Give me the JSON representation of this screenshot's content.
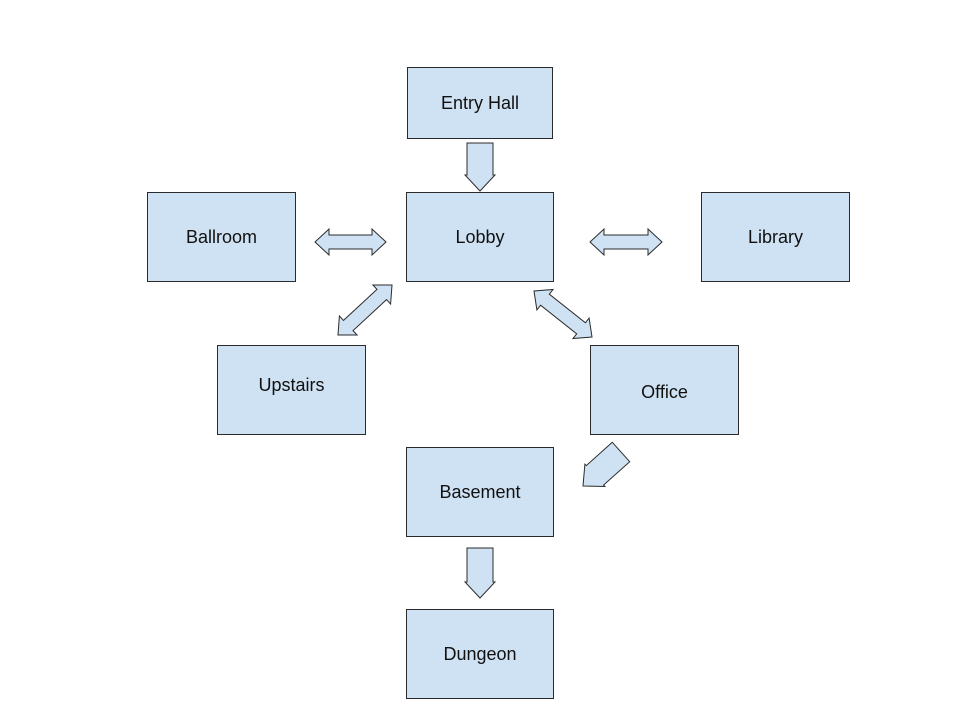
{
  "style": {
    "node_fill": "#cfe2f3",
    "node_border": "#2b2b2b",
    "arrow_fill": "#cfe2f3",
    "arrow_stroke": "#2b2b2b",
    "background": "#ffffff"
  },
  "nodes": {
    "entry_hall": "Entry Hall",
    "lobby": "Lobby",
    "ballroom": "Ballroom",
    "library": "Library",
    "upstairs": "Upstairs",
    "office": "Office",
    "basement": "Basement",
    "dungeon": "Dungeon"
  },
  "connections": [
    {
      "from": "Entry Hall",
      "to": "Lobby",
      "direction": "one-way"
    },
    {
      "from": "Lobby",
      "to": "Ballroom",
      "direction": "two-way"
    },
    {
      "from": "Lobby",
      "to": "Library",
      "direction": "two-way"
    },
    {
      "from": "Lobby",
      "to": "Upstairs",
      "direction": "two-way"
    },
    {
      "from": "Lobby",
      "to": "Office",
      "direction": "two-way"
    },
    {
      "from": "Office",
      "to": "Basement",
      "direction": "one-way"
    },
    {
      "from": "Basement",
      "to": "Dungeon",
      "direction": "one-way"
    }
  ]
}
